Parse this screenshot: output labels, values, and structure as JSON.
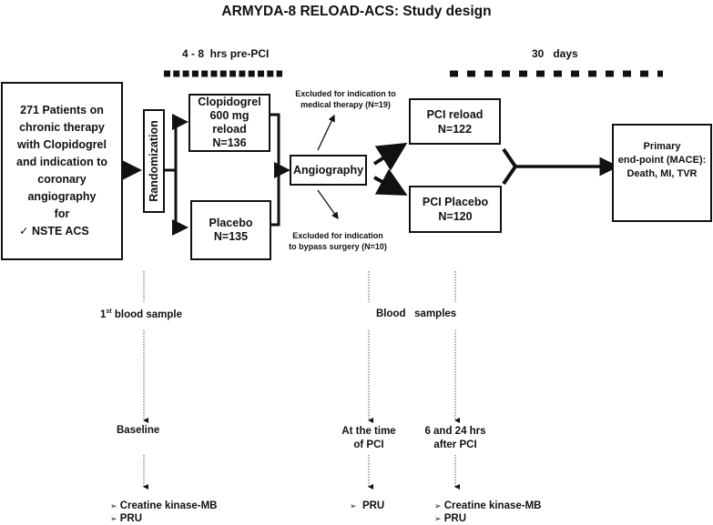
{
  "title": "ARMYDA-8 RELOAD-ACS: Study design",
  "timeline": {
    "pre_pci_label": "4 - 8  hrs pre-PCI",
    "post_label": "30   days"
  },
  "boxes": {
    "patients": "271 Patients on\nchronic therapy\nwith Clopidogrel\nand indication to\ncoronary angiography\nfor",
    "patients_criteria": "NSTE ACS",
    "randomization": "Randomization",
    "clopidogrel": "Clopidogrel\n600 mg\nreload\nN=136",
    "placebo": "Placebo\nN=135",
    "angiography": "Angiography",
    "pci_reload": "PCI reload\nN=122",
    "pci_placebo": "PCI Placebo\nN=120",
    "endpoint": "Primary\nend-point (MACE):\nDeath, MI, TVR"
  },
  "exclusions": {
    "medical": "Excluded for indication to\nmedical therapy (N=19)",
    "bypass": "Excluded for indication\nto bypass surgery (N=10)"
  },
  "samples": {
    "first_label_sup": "st",
    "first_label_num": "1",
    "first_label_text": "blood sample",
    "blood_samples": "Blood   samples",
    "baseline": "Baseline",
    "at_pci": "At the time\nof PCI",
    "after_pci": "6 and 24 hrs\nafter PCI",
    "baseline_items": [
      "Creatine kinase-MB",
      "PRU"
    ],
    "at_pci_items": [
      "PRU"
    ],
    "after_pci_items": [
      "Creatine kinase-MB",
      "PRU"
    ]
  },
  "icons": {
    "check": "✓",
    "bullet": "➢"
  }
}
